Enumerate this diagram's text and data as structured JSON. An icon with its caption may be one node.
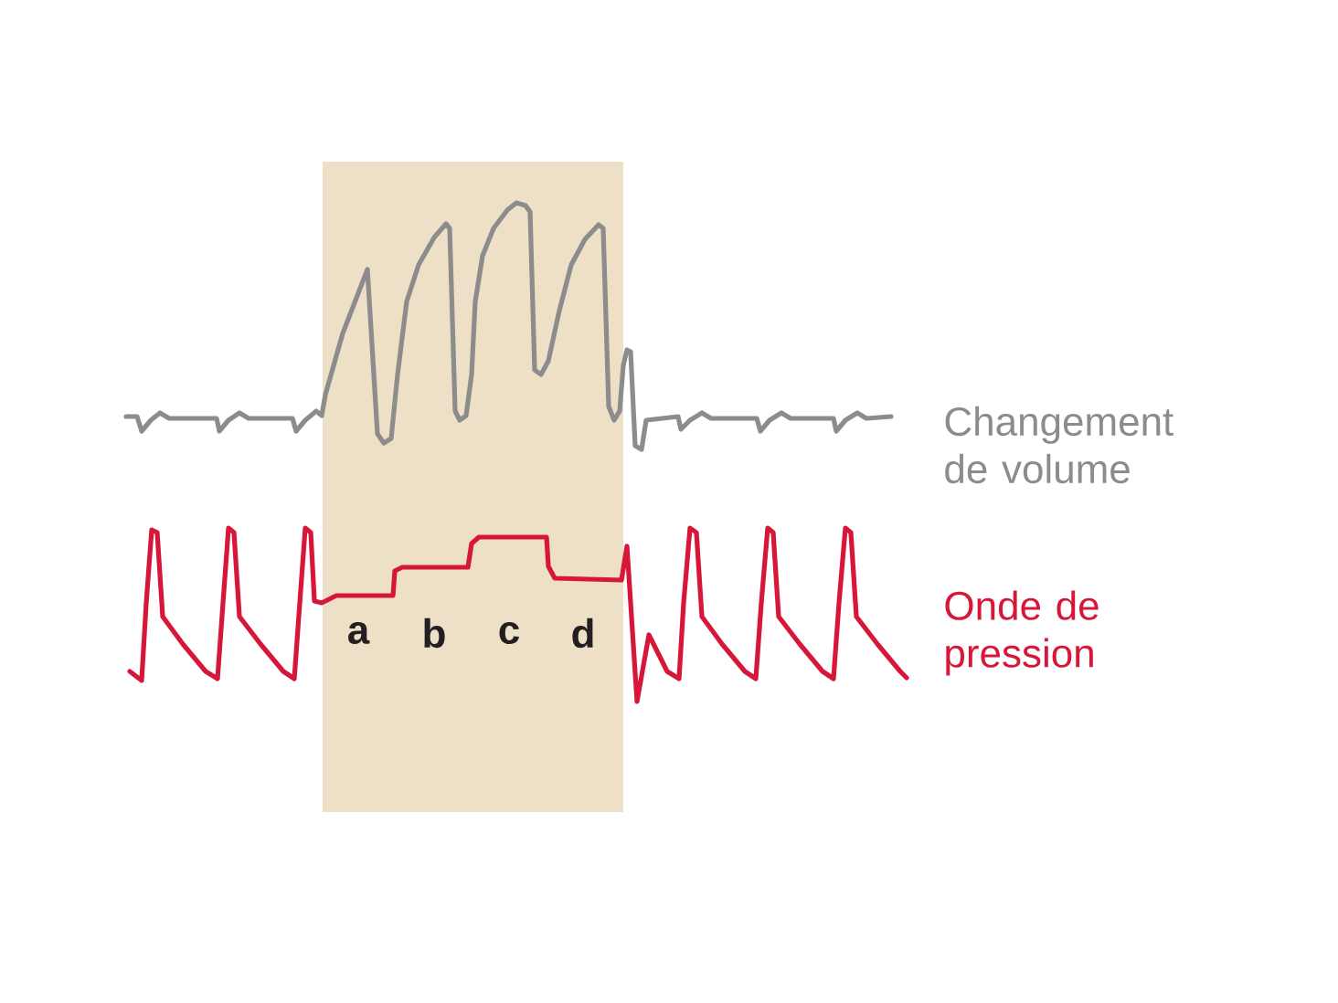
{
  "diagram": {
    "labels": [
      "Changement de volume",
      "a",
      "b",
      "c",
      "d",
      "Onde de pression"
    ]
  }
}
